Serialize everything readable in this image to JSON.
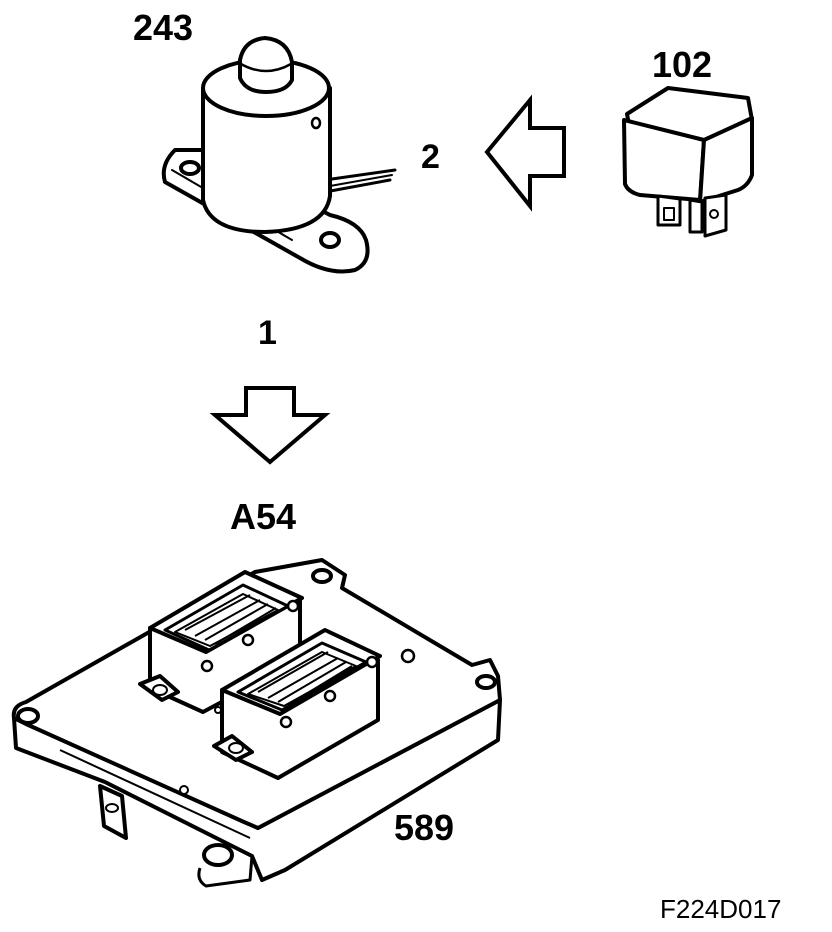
{
  "labels": {
    "solenoid": "243",
    "relay": "102",
    "arrow_2": "2",
    "arrow_1": "1",
    "connector_group": "A54",
    "control_unit": "589",
    "figure_id": "F224D017"
  },
  "components": {
    "solenoid_icon": "solenoid-valve",
    "relay_icon": "relay",
    "control_unit_icon": "electronic-control-unit"
  }
}
